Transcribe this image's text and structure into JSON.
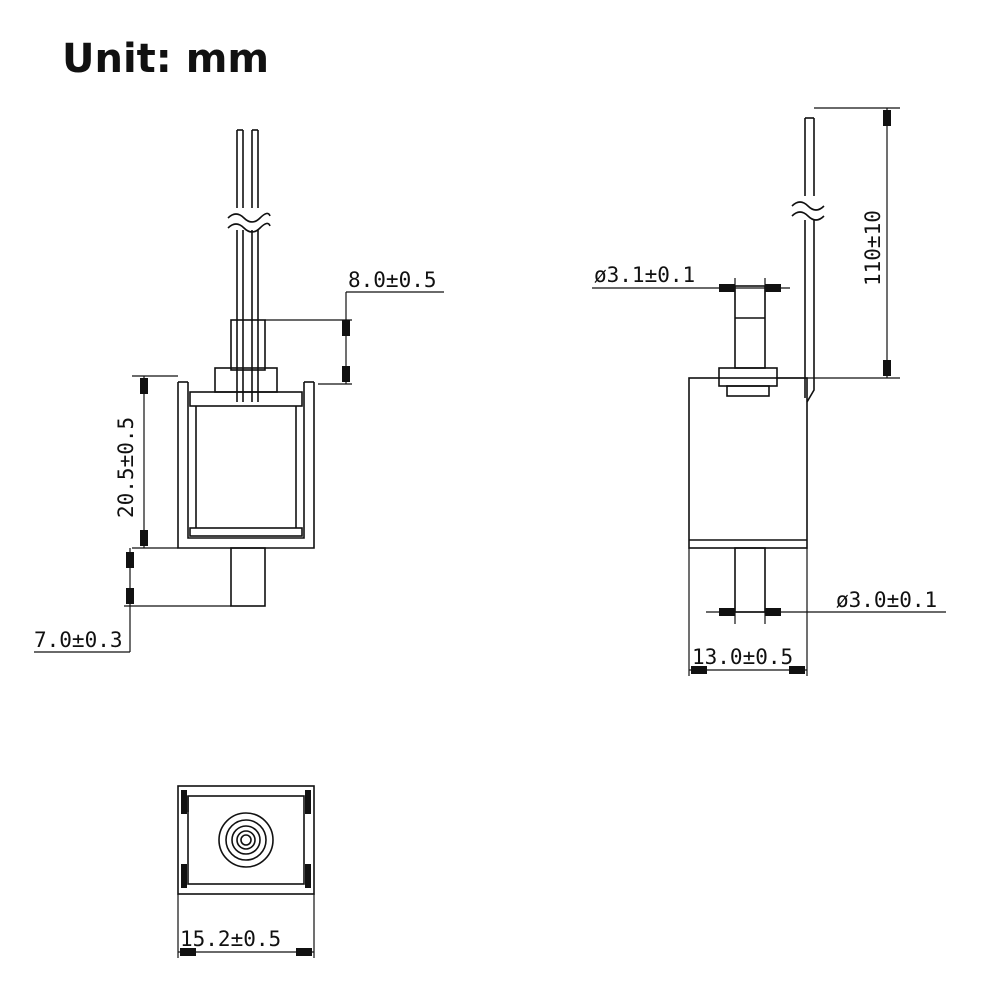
{
  "title": "Unit: mm",
  "dimensions": {
    "plunger_extension": "8.0±0.5",
    "body_height": "20.5±0.5",
    "shaft_extension": "7.0±0.3",
    "top_shaft_diameter": "ø3.1±0.1",
    "lead_length": "110±10",
    "bottom_shaft_diameter": "ø3.0±0.1",
    "body_depth": "13.0±0.5",
    "body_width": "15.2±0.5"
  },
  "colors": {
    "line": "#111111",
    "background": "#ffffff"
  }
}
